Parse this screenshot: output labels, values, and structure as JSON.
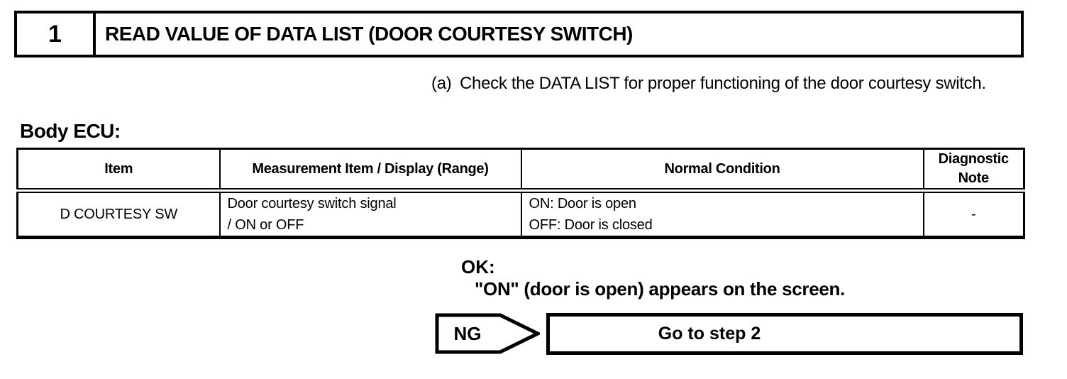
{
  "colors": {
    "ink": "#000000",
    "paper": "#ffffff"
  },
  "step_header": {
    "number": "1",
    "title": "READ VALUE OF DATA LIST (DOOR COURTESY SWITCH)"
  },
  "instruction": {
    "label": "(a)",
    "text": "Check the DATA LIST for proper functioning of the door courtesy switch."
  },
  "section_label": "Body ECU:",
  "table": {
    "headers": [
      "Item",
      "Measurement Item / Display (Range)",
      "Normal Condition",
      "Diagnostic Note"
    ],
    "rows": [
      {
        "item": "D COURTESY SW",
        "measurement": [
          "Door courtesy switch signal",
          "/ ON or OFF"
        ],
        "condition": [
          "ON: Door is open",
          "OFF: Door is closed"
        ],
        "note": "-"
      }
    ]
  },
  "ok_block": {
    "label": "OK:",
    "text": "\"ON\" (door is open) appears on the screen."
  },
  "ng_flow": {
    "ng_label": "NG",
    "action": "Go to step 2"
  }
}
